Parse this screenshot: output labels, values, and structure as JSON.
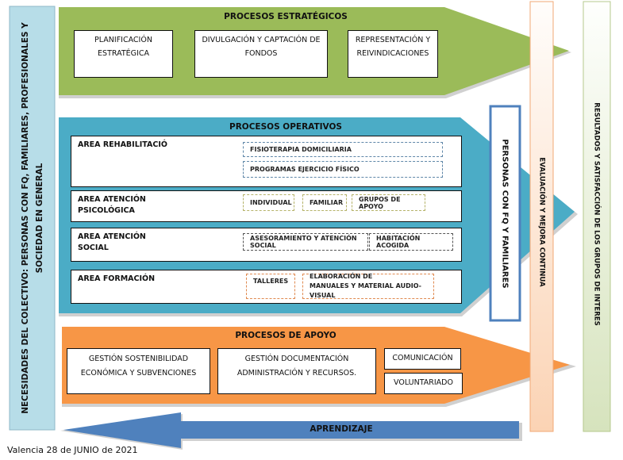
{
  "left_bar": {
    "line1": "NECESIDADES DEL COLECTIVO: PERSONAS CON FQ, FAMILIARES, PROFESIONALES Y",
    "line2": "SOCIEDAD EN GENERAL"
  },
  "estrategicos": {
    "title": "PROCESOS ESTRATÉGICOS",
    "color": "#9bbb59",
    "boxes": [
      {
        "line1": "PLANIFICACIÓN",
        "line2": "ESTRATÉGICA"
      },
      {
        "line1": "DIVULGACIÓN Y CAPTACIÓN DE",
        "line2": "FONDOS"
      },
      {
        "line1": "REPRESENTACIÓN Y",
        "line2": "REIVINDICACIONES"
      }
    ]
  },
  "operativos": {
    "title": "PROCESOS OPERATIVOS",
    "color": "#4bacc6",
    "areas": [
      {
        "label": "AREA REHABILITACIÓ",
        "items": [
          "FISIOTERAPIA DOMICILIARIA",
          "PROGRAMAS EJERCICIO FÍSICO"
        ]
      },
      {
        "label_line1": "AREA ATENCIÓN",
        "label_line2": "PSICOLÓGICA",
        "items": [
          "INDIVIDUAL",
          "FAMILIAR",
          "GRUPOS DE APOYO"
        ]
      },
      {
        "label_line1": "AREA ATENCIÓN",
        "label_line2": "SOCIAL",
        "items": [
          "ASESORAMIENTO Y ATENCIÓN SOCIAL",
          "HABITACIÓN ACOGIDA"
        ]
      },
      {
        "label": "AREA FORMACIÓN",
        "items": [
          "TALLERES"
        ],
        "item2_line1": "ELABORACIÓN DE",
        "item2_line2": "MANUALES Y MATERIAL AUDIO-VISUAL"
      }
    ]
  },
  "apoyo": {
    "title": "PROCESOS DE APOYO",
    "color": "#f79646",
    "boxes": [
      {
        "line1": "GESTIÓN SOSTENIBILIDAD",
        "line2": "ECONÓMICA Y SUBVENCIONES"
      },
      {
        "line1": "GESTIÓN DOCUMENTACIÓN",
        "line2": "ADMINISTRACIÓN Y RECURSOS."
      },
      {
        "line1": "COMUNICACIÓN"
      },
      {
        "line1": "VOLUNTARIADO"
      }
    ]
  },
  "personas_box": "PERSONAS CON FQ Y FAMILIARES",
  "evaluacion_bar": "EVALUACIÓN Y MEJORA CONTINUA",
  "resultados_bar": "RESULTADOS Y SATISFACCIÓN DE LOS GRUPOS DE INTERES",
  "aprendizaje": "APRENDIZAJE",
  "footer": "Valencia 28 de JUNIO de 2021"
}
